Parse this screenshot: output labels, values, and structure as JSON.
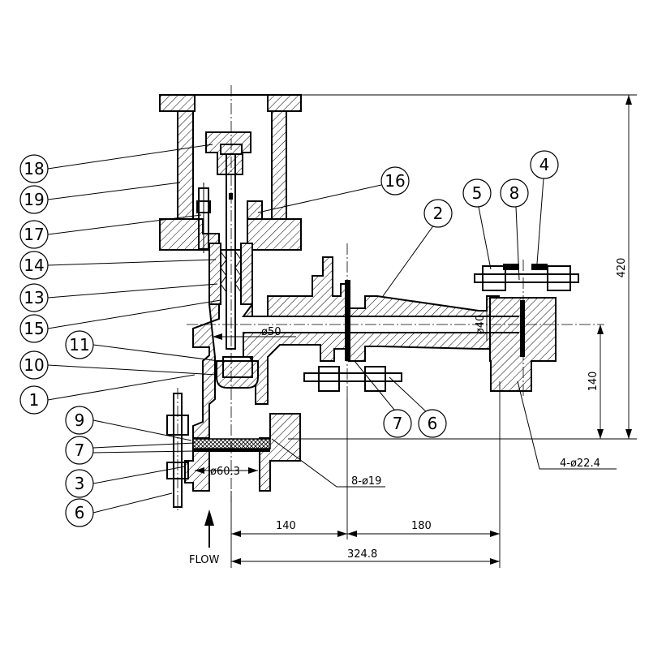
{
  "flow_label": "FLOW",
  "balloons": [
    "18",
    "19",
    "17",
    "14",
    "13",
    "15",
    "11",
    "10",
    "1",
    "9",
    "7",
    "3",
    "6",
    "16",
    "2",
    "5",
    "8",
    "4",
    "7",
    "6"
  ],
  "dimensions": {
    "inner_diameter": "ø50",
    "outlet_diameter": "ø40",
    "inlet_diameter": "ø60.3",
    "height_total": "420",
    "height_outlet": "140",
    "horizontal_1": "140",
    "horizontal_2": "180",
    "horizontal_total": "324.8",
    "bolt_holes_outlet": "4-ø22.4",
    "bolt_holes_inlet": "8-ø19"
  }
}
